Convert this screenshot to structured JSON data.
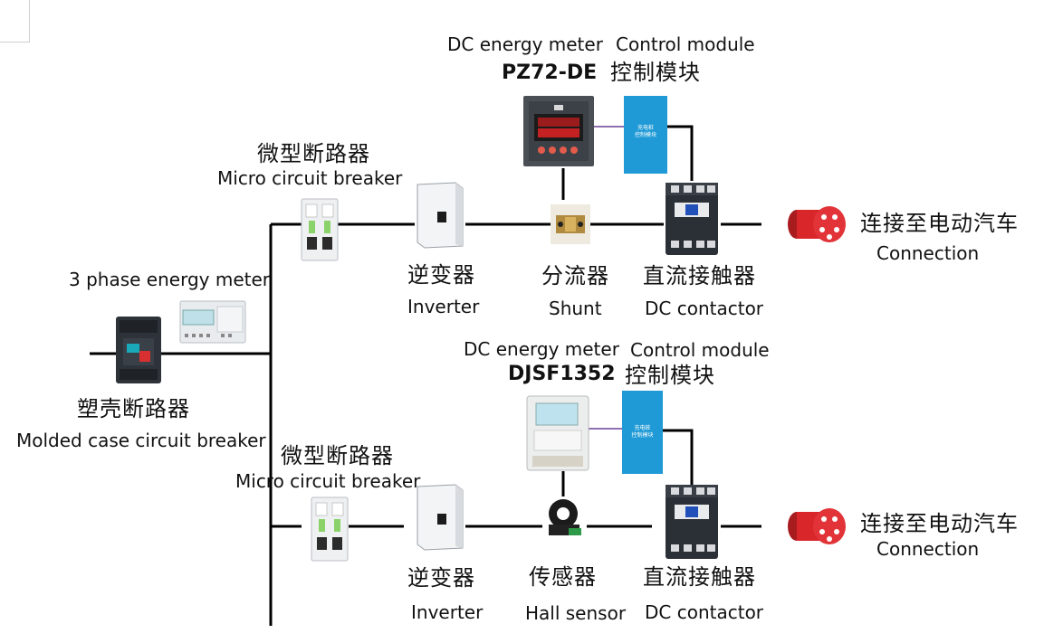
{
  "labels": {
    "three_phase_meter": "3 phase energy meter",
    "mccb_cn": "塑壳断路器",
    "mccb_en": "Molded case circuit breaker",
    "branch1": {
      "mcb_cn": "微型断路器",
      "mcb_en": "Micro circuit breaker",
      "inverter_cn": "逆变器",
      "inverter_en": "Inverter",
      "meter_en": "DC energy meter",
      "meter_model": "PZ72-DE",
      "control_en": "Control module",
      "control_cn": "控制模块",
      "sensor_cn": "分流器",
      "sensor_en": "Shunt",
      "contactor_cn": "直流接触器",
      "contactor_en": "DC contactor",
      "connection_cn": "连接至电动汽车",
      "connection_en": "Connection"
    },
    "branch2": {
      "mcb_cn": "微型断路器",
      "mcb_en": "Micro circuit breaker",
      "inverter_cn": "逆变器",
      "inverter_en": "Inverter",
      "meter_en": "DC energy meter",
      "meter_model": "DJSF1352",
      "control_en": "Control module",
      "control_cn": "控制模块",
      "sensor_cn": "传感器",
      "sensor_en": "Hall sensor",
      "contactor_cn": "直流接触器",
      "contactor_en": "DC contactor",
      "connection_cn": "连接至电动汽车",
      "connection_en": "Connection"
    }
  },
  "module_text": [
    "充电桩",
    "控制模块"
  ],
  "colors": {
    "wire": "#000000",
    "signal_wire": "#8e6fb0",
    "control_module": "#1f9ad6",
    "plug": "#d9262b",
    "contactor": "#2b2f36"
  }
}
